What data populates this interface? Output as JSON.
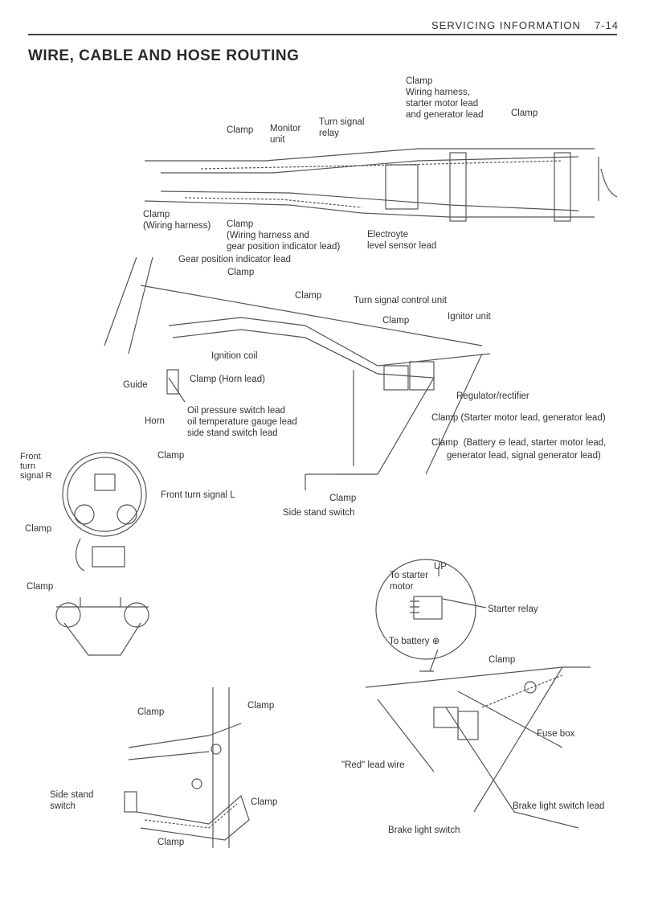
{
  "header": {
    "section": "SERVICING INFORMATION",
    "page": "7-14"
  },
  "title": "WIRE, CABLE AND HOSE ROUTING",
  "labels": [
    "Clamp\nWiring harness,\nstarter motor lead\nand generator lead",
    "Clamp",
    "Turn signal\nrelay",
    "Monitor\nunit",
    "Clamp",
    "Clamp\n(Wiring harness)",
    "Clamp\n(Wiring harness and\ngear position indicator lead)",
    "Electroyte\nlevel sensor lead",
    "Gear position indicator lead",
    "Clamp",
    "Clamp",
    "Turn signal control unit",
    "Ignitor unit",
    "Clamp",
    "Ignition coil",
    "Clamp (Horn lead)",
    "Guide",
    "Regulator/rectifier",
    "Horn",
    "Oil pressure switch lead\noil temperature gauge lead\nside stand switch lead",
    "Clamp (Starter motor lead, generator lead)",
    "Clamp  (Battery ⊖ lead, starter motor lead,",
    "generator lead, signal generator lead)",
    "Front\nturn\nsignal R",
    "Clamp",
    "Front turn signal L",
    "Clamp",
    "Side stand switch",
    "Clamp",
    "Clamp",
    "UP",
    "To starter\nmotor",
    "Starter relay",
    "To battery ⊕",
    "Clamp",
    "Clamp",
    "Clamp",
    "Fuse box",
    "\"Red\" lead wire",
    "Side stand\nswitch",
    "Clamp",
    "Brake light switch lead",
    "Brake light switch",
    "Clamp"
  ]
}
